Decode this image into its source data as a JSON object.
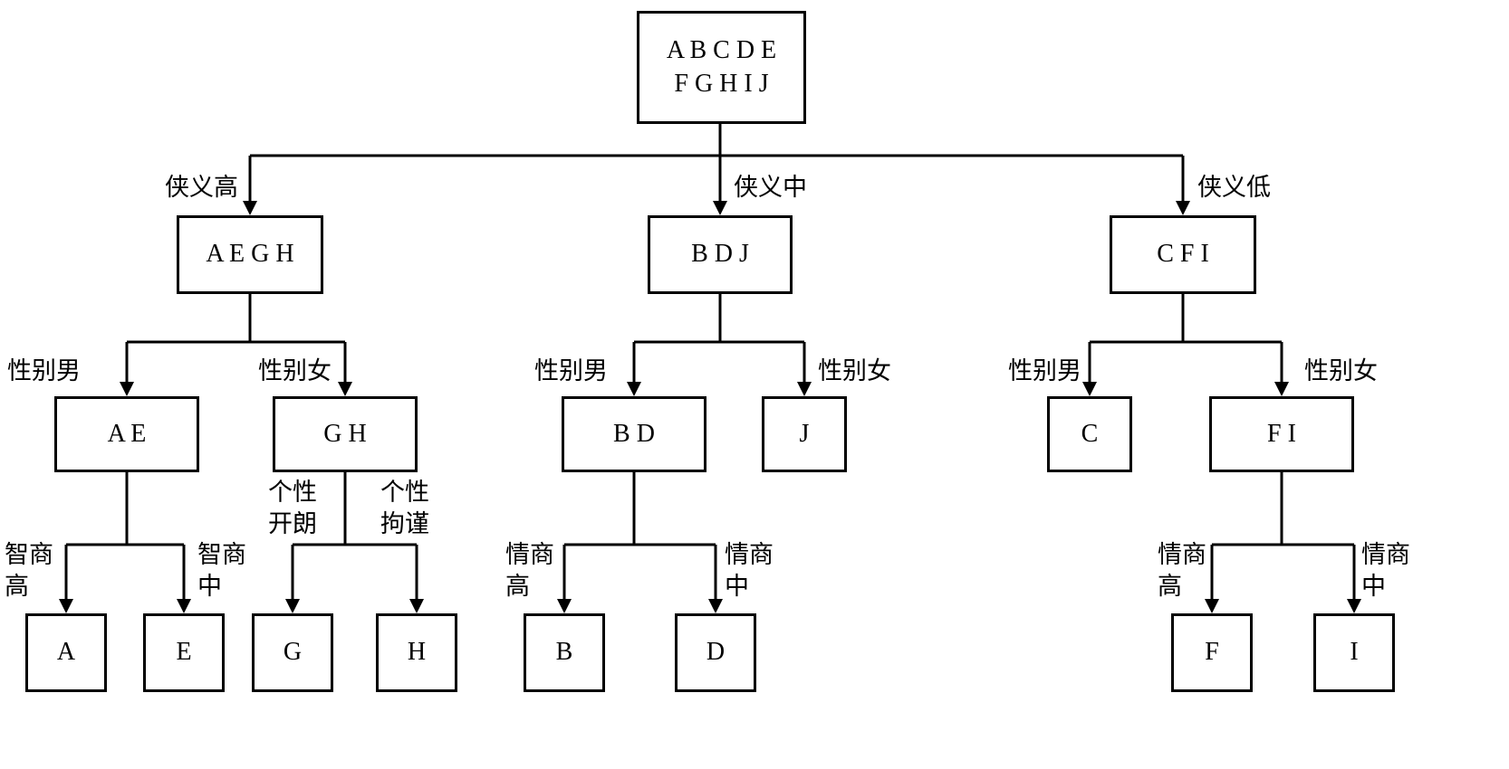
{
  "nodes": {
    "root_line1": "A B C D E",
    "root_line2": "F G H I J",
    "aegh": "A E G H",
    "bdj": "B D J",
    "cfi": "C F I",
    "ae": "A E",
    "gh": "G H",
    "bd": "B D",
    "j": "J",
    "c": "C",
    "fi": "F I",
    "a": "A",
    "e": "E",
    "g": "G",
    "h": "H",
    "b": "B",
    "d": "D",
    "f": "F",
    "i": "I"
  },
  "branches": {
    "chivalry_high": "侠义高",
    "chivalry_mid": "侠义中",
    "chivalry_low": "侠义低",
    "gender_male": "性别男",
    "gender_female": "性别女",
    "iq_high": "智商\n高",
    "iq_mid": "智商\n中",
    "personality_outgoing": "个性\n开朗",
    "personality_reserved": "个性\n拘谨",
    "eq_high": "情商\n高",
    "eq_mid": "情商\n中"
  },
  "colors": {
    "background": "#ffffff",
    "line": "#000000",
    "box_border": "#000000",
    "text": "#000000"
  }
}
